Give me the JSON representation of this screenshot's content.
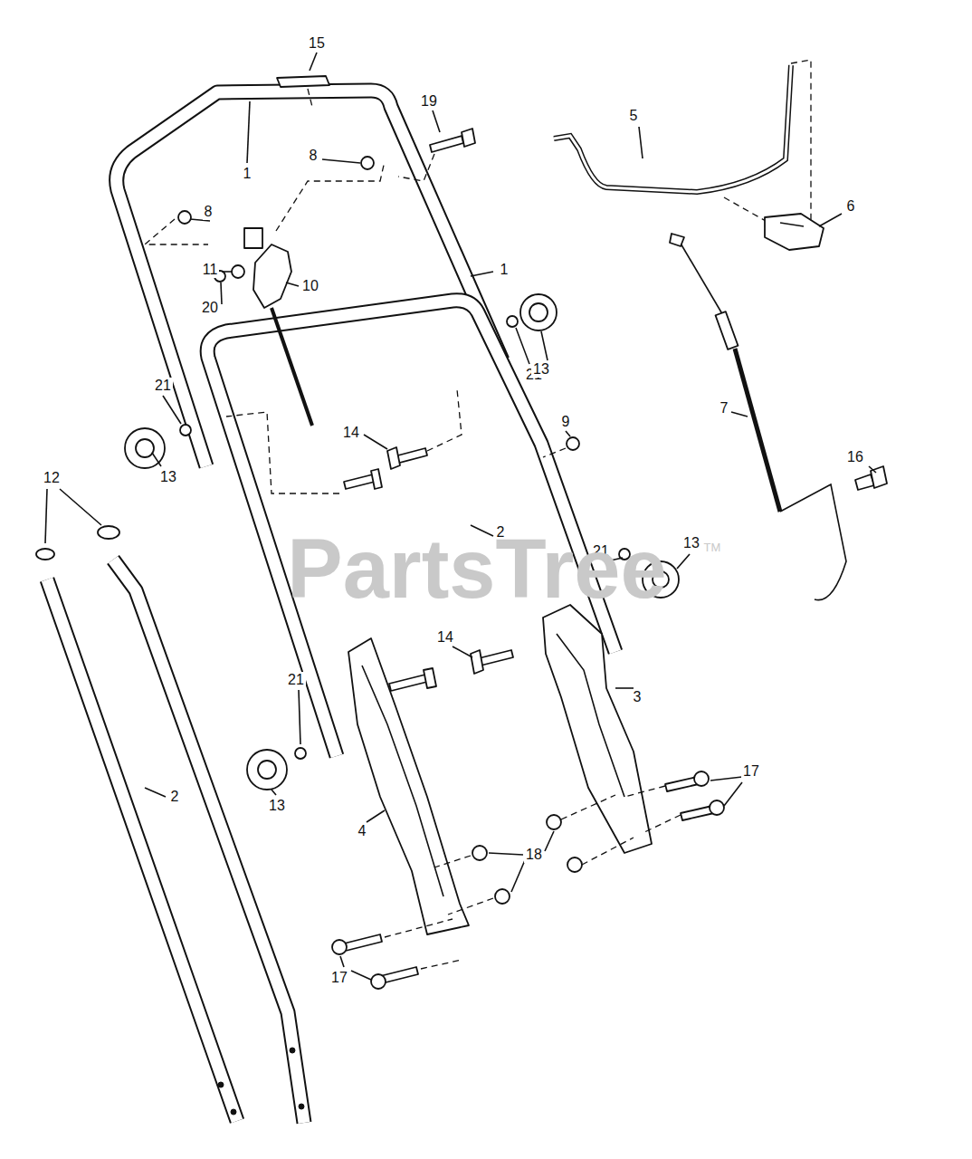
{
  "diagram": {
    "labels": [
      "15",
      "19",
      "5",
      "8",
      "1",
      "8",
      "6",
      "11",
      "10",
      "20",
      "1",
      "21",
      "13",
      "21",
      "9",
      "7",
      "14",
      "13",
      "16",
      "12",
      "2",
      "13",
      "21",
      "14",
      "3",
      "21",
      "17",
      "2",
      "13",
      "4",
      "18",
      "17",
      "PartsTree",
      "TM"
    ]
  }
}
